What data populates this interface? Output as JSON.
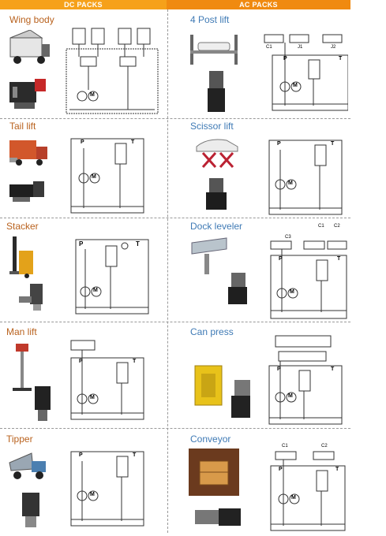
{
  "header": {
    "dc_label": "DC PACKS",
    "ac_label": "AC PACKS"
  },
  "dc_items": [
    {
      "title": "Wing body",
      "icon": "truck-with-wings-photo"
    },
    {
      "title": "Tail lift",
      "icon": "truck-tail-lift-photo"
    },
    {
      "title": "Stacker",
      "icon": "stacker-photo"
    },
    {
      "title": "Man lift",
      "icon": "man-lift-photo"
    },
    {
      "title": "Tipper",
      "icon": "tipper-truck-photo"
    }
  ],
  "ac_items": [
    {
      "title": "4 Post lift",
      "icon": "four-post-lift-photo",
      "valve_labels": [
        "C1",
        "J1",
        "J2"
      ]
    },
    {
      "title": "Scissor lift",
      "icon": "scissor-lift-photo",
      "valve_labels": []
    },
    {
      "title": "Dock leveler",
      "icon": "dock-leveler-photo",
      "valve_labels": [
        "C1",
        "C2",
        "C3"
      ]
    },
    {
      "title": "Can press",
      "icon": "can-press-photo",
      "valve_labels": []
    },
    {
      "title": "Conveyor",
      "icon": "conveyor-photo",
      "valve_labels": [
        "C1",
        "C2"
      ]
    }
  ],
  "schematic": {
    "pressure_port": "P",
    "tank_port": "T",
    "motor_symbol": "M"
  },
  "colors": {
    "dc_header": "#f6a11a",
    "ac_header": "#f08a10",
    "dc_title": "#b9621e",
    "ac_title": "#3f7ab5"
  }
}
